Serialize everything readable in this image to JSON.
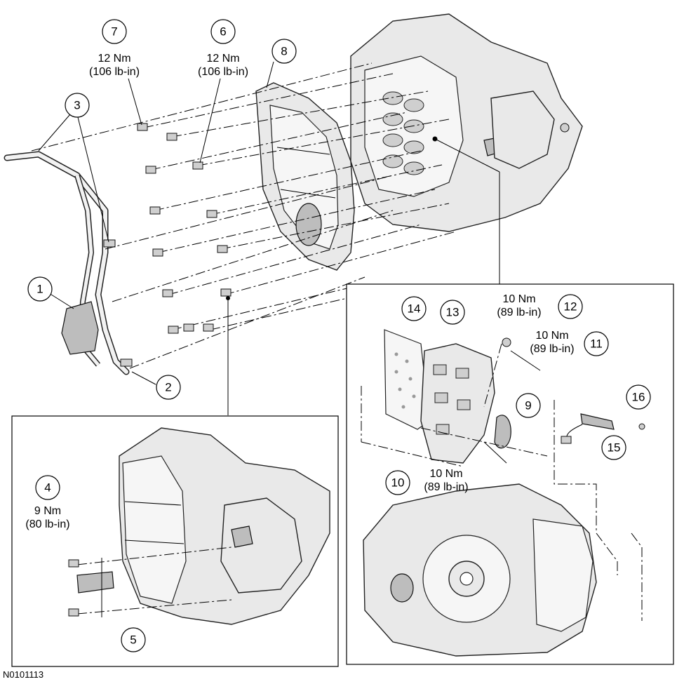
{
  "figure_id": "N0101113",
  "callouts": [
    {
      "num": "1"
    },
    {
      "num": "2"
    },
    {
      "num": "3"
    },
    {
      "num": "4",
      "spec_nm": "9 Nm",
      "spec_imp": "(80 lb-in)"
    },
    {
      "num": "5"
    },
    {
      "num": "6",
      "spec_nm": "12 Nm",
      "spec_imp": "(106 lb-in)"
    },
    {
      "num": "7",
      "spec_nm": "12 Nm",
      "spec_imp": "(106 lb-in)"
    },
    {
      "num": "8"
    },
    {
      "num": "9"
    },
    {
      "num": "10",
      "spec_nm": "10 Nm",
      "spec_imp": "(89 lb-in)"
    },
    {
      "num": "11",
      "spec_nm": "10 Nm",
      "spec_imp": "(89 lb-in)"
    },
    {
      "num": "12",
      "spec_nm": "10 Nm",
      "spec_imp": "(89 lb-in)"
    },
    {
      "num": "13"
    },
    {
      "num": "14"
    },
    {
      "num": "15"
    },
    {
      "num": "16"
    }
  ]
}
